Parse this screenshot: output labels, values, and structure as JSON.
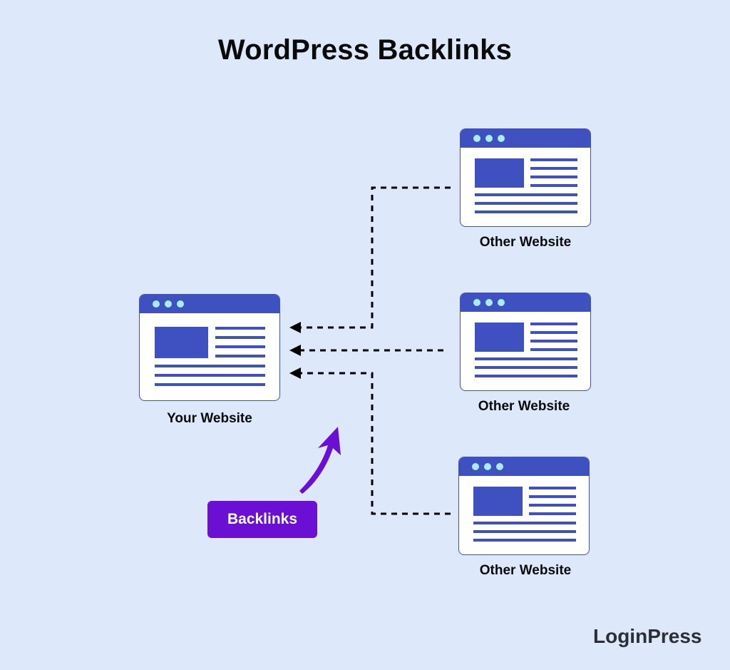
{
  "title": "WordPress Backlinks",
  "your_site": {
    "label": "Your Website"
  },
  "other_sites": [
    {
      "label": "Other Website"
    },
    {
      "label": "Other Website"
    },
    {
      "label": "Other Website"
    }
  ],
  "badge": {
    "label": "Backlinks"
  },
  "brand": {
    "name": "LoginPress"
  },
  "colors": {
    "background": "#dde9fb",
    "browser_accent": "#3f51c0",
    "browser_dots": "#a9ecf5",
    "badge": "#6a0fd3",
    "arrow": "#6a0fd3",
    "connector": "#000000"
  }
}
